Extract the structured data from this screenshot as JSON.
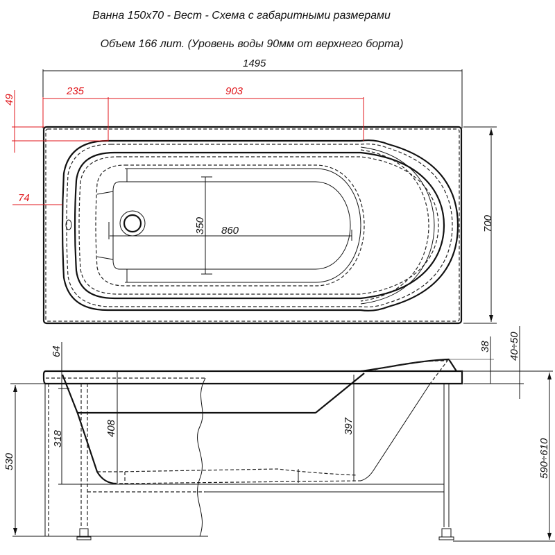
{
  "header": {
    "title": "Ванна 150х70 - Вест - Схема с габаритными размерами",
    "subtitle": "Объем 166 лит. (Уровень воды 90мм от верхнего борта)"
  },
  "top_view": {
    "dims": {
      "overall_length": "1495",
      "overall_width": "700",
      "offset_235": "235",
      "offset_903": "903",
      "offset_49": "49",
      "offset_74": "74",
      "inner_width": "350",
      "inner_length": "860"
    },
    "colors": {
      "highlight_dimension": "#e0161b",
      "line": "#111111"
    }
  },
  "side_view": {
    "dims": {
      "height_530": "530",
      "rim_64": "64",
      "depth_318": "318",
      "depth_408": "408",
      "depth_397": "397",
      "headrest_38": "38",
      "rim_adjust": "40÷50",
      "leg_height": "590÷610"
    }
  }
}
